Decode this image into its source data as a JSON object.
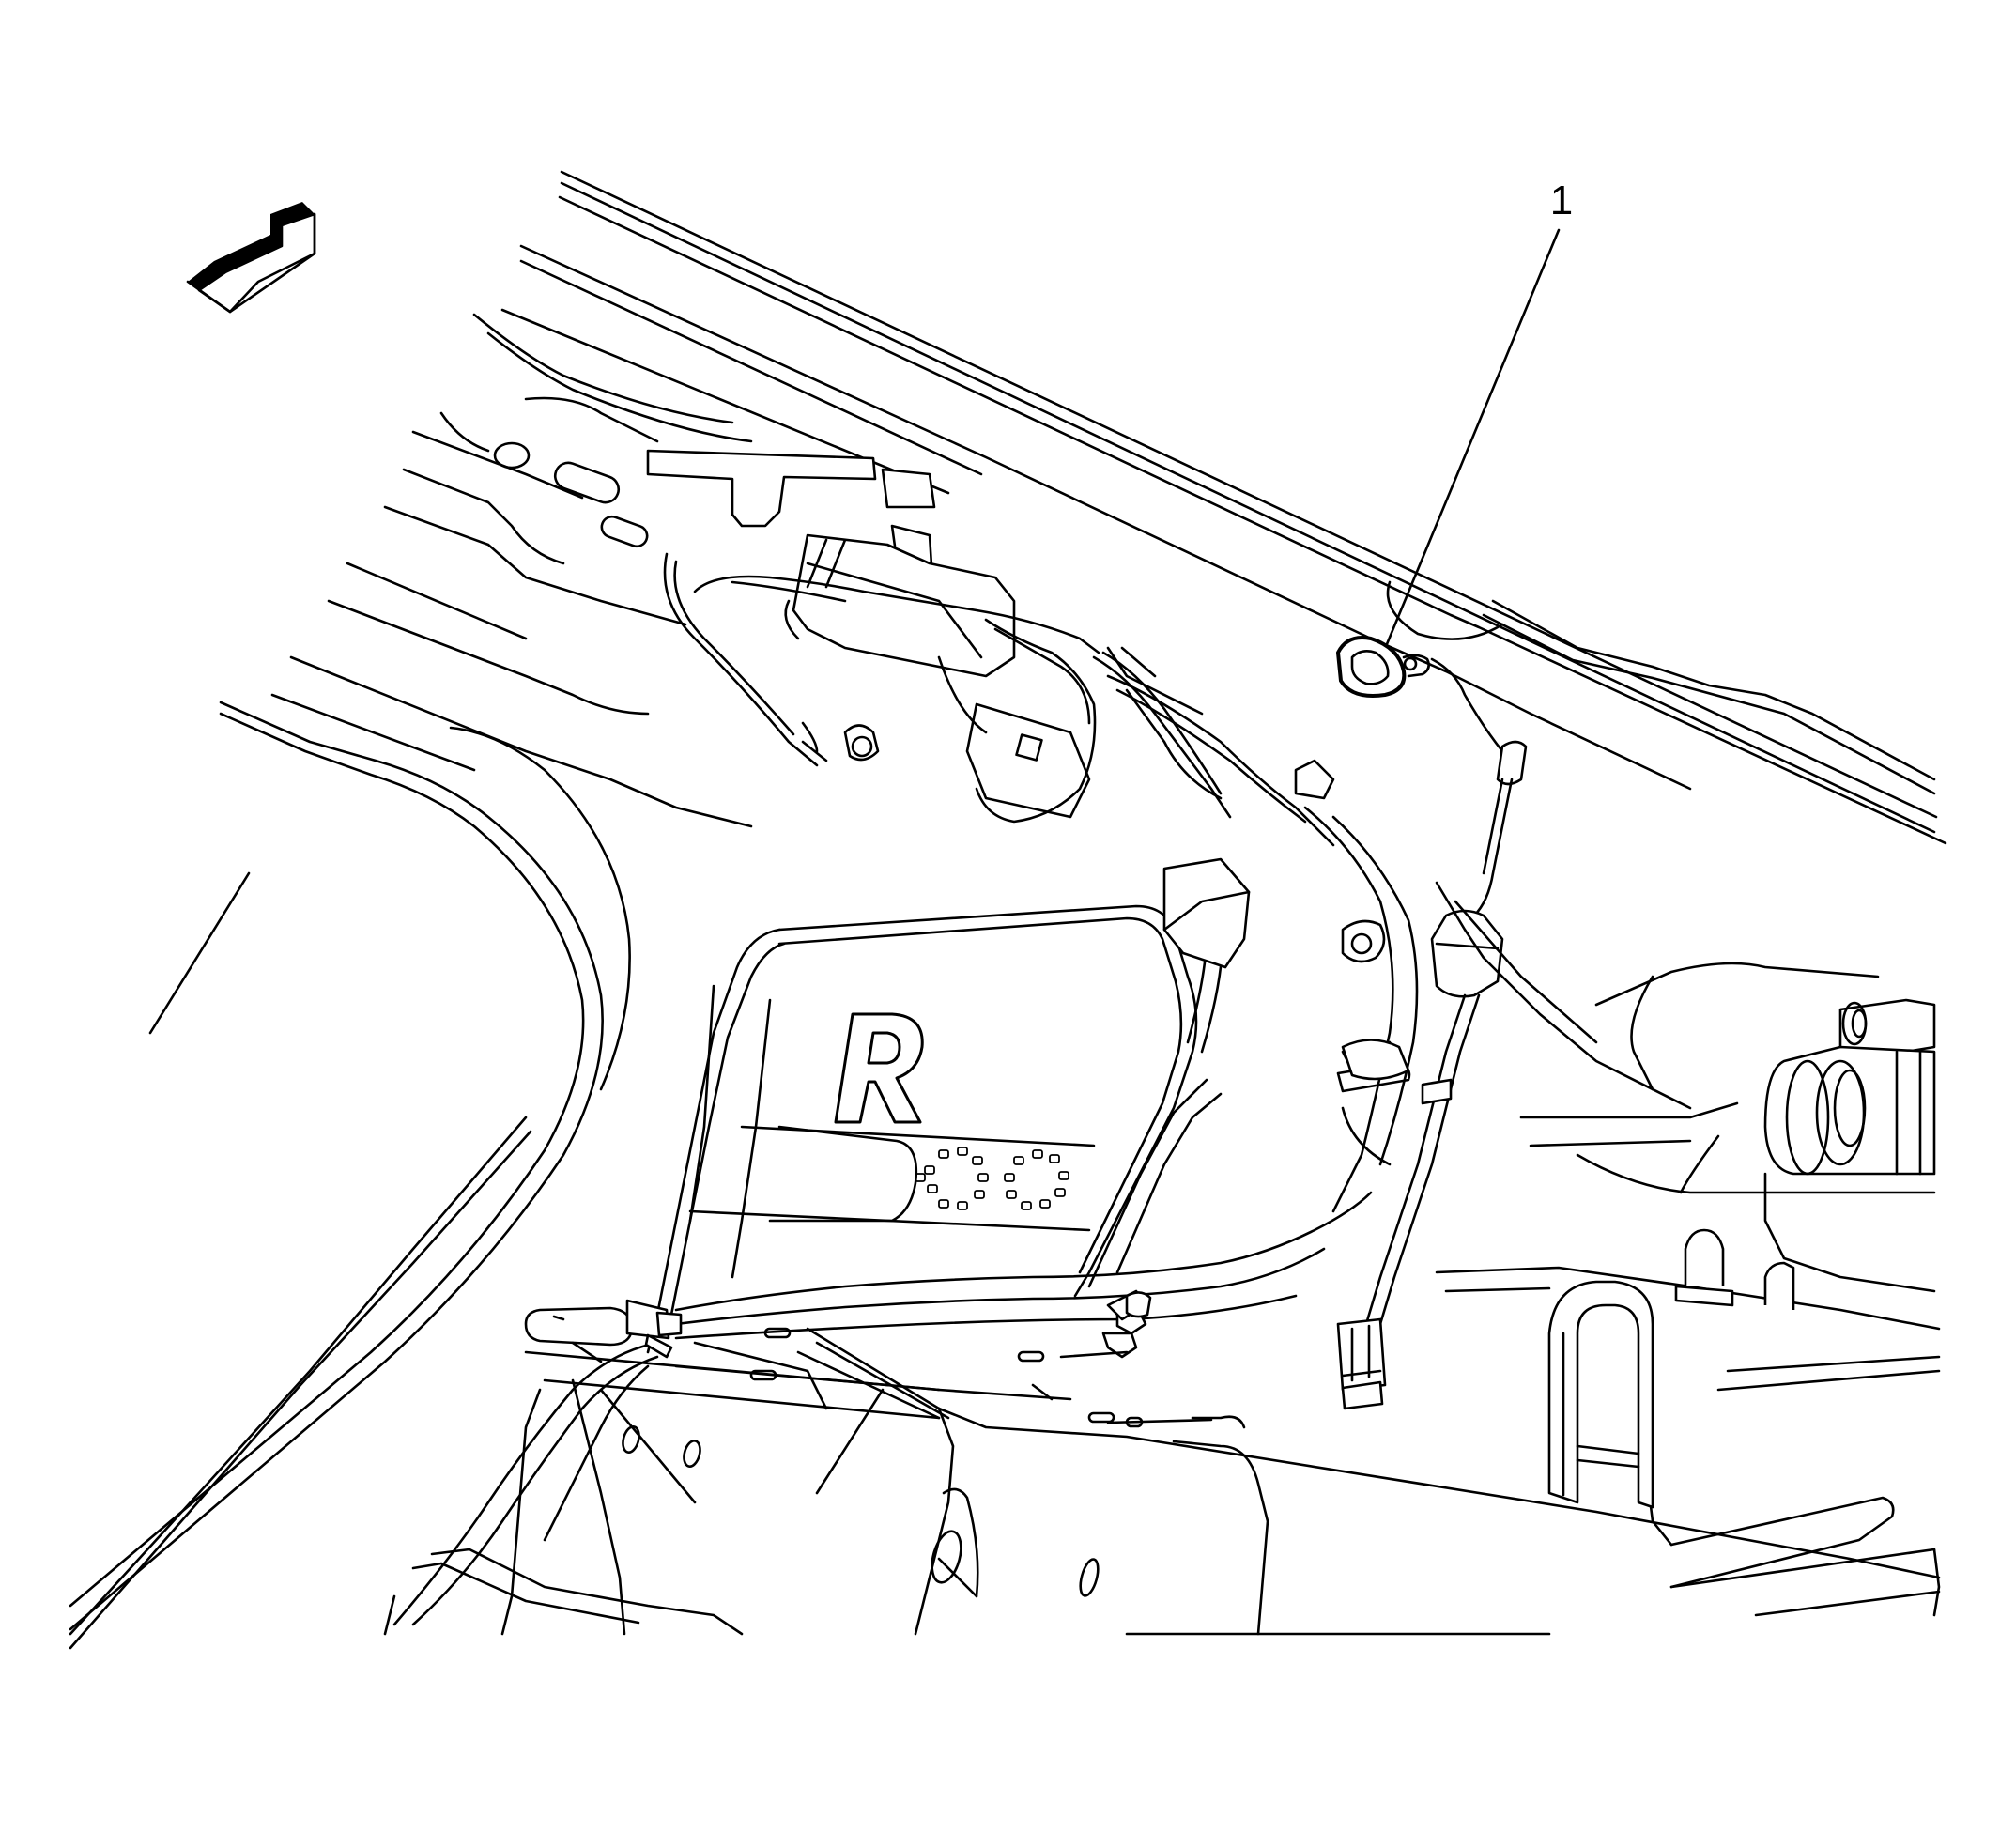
{
  "callouts": [
    {
      "id": "1",
      "label": "1"
    }
  ],
  "embossed_text": {
    "letter": "R"
  },
  "icons": {
    "view_direction": "direction-arrow-icon"
  }
}
